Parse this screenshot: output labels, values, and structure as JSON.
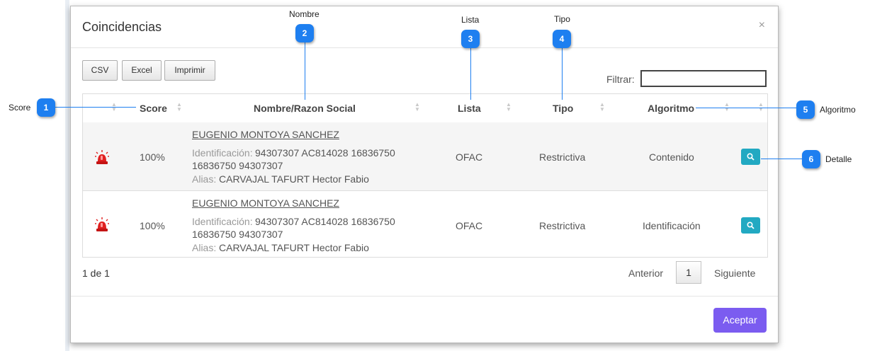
{
  "modal": {
    "title": "Coincidencias",
    "close": "×",
    "buttons": {
      "csv": "CSV",
      "excel": "Excel",
      "print": "Imprimir"
    },
    "filter_label": "Filtrar:",
    "filter_value": ""
  },
  "table": {
    "headers": {
      "score": "Score",
      "name": "Nombre/Razon Social",
      "list": "Lista",
      "type": "Tipo",
      "algorithm": "Algoritmo"
    },
    "rows": [
      {
        "score": "100%",
        "name": "EUGENIO MONTOYA SANCHEZ",
        "id_label": "Identificación:",
        "id_value1": "94307307 AC814028 16836750",
        "id_value2": "16836750 94307307",
        "alias_label": "Alias:",
        "alias_value": "CARVAJAL TAFURT Hector Fabio",
        "list": "OFAC",
        "type": "Restrictiva",
        "algorithm": "Contenido"
      },
      {
        "score": "100%",
        "name": "EUGENIO MONTOYA SANCHEZ",
        "id_label": "Identificación:",
        "id_value1": "94307307 AC814028 16836750",
        "id_value2": "16836750 94307307",
        "alias_label": "Alias:",
        "alias_value": "CARVAJAL TAFURT Hector Fabio",
        "list": "OFAC",
        "type": "Restrictiva",
        "algorithm": "Identificación"
      }
    ]
  },
  "pagination": {
    "info": "1 de 1",
    "prev": "Anterior",
    "page": "1",
    "next": "Siguiente"
  },
  "footer": {
    "accept": "Aceptar"
  },
  "callouts": [
    {
      "num": "1",
      "label": "Score"
    },
    {
      "num": "2",
      "label": "Nombre"
    },
    {
      "num": "3",
      "label": "Lista"
    },
    {
      "num": "4",
      "label": "Tipo"
    },
    {
      "num": "5",
      "label": "Algoritmo"
    },
    {
      "num": "6",
      "label": "Detalle"
    }
  ],
  "colors": {
    "accent": "#7b5cf0",
    "detail_button": "#22a9c2",
    "callout": "#1e7ff0",
    "alarm": "#e02020"
  }
}
